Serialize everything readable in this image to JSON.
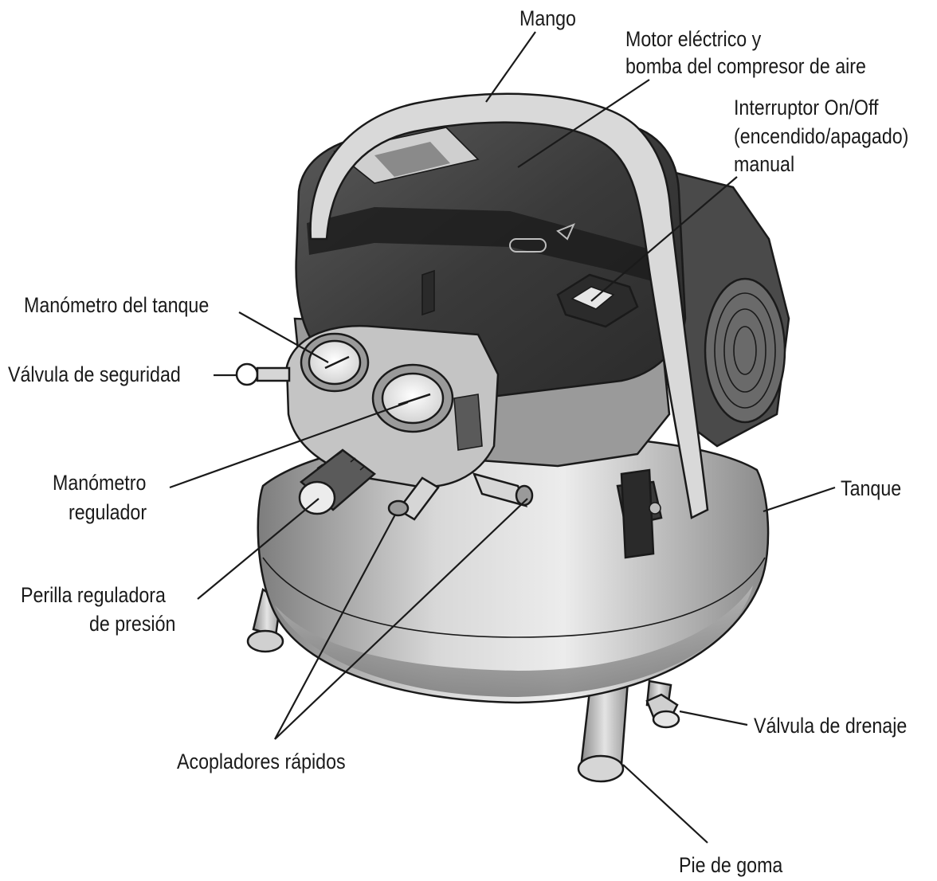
{
  "labels": {
    "mango": "Mango",
    "motor_line1": "Motor eléctrico y",
    "motor_line2": "bomba del compresor de aire",
    "switch_line1": "Interruptor On/Off",
    "switch_line2": "(encendido/apagado)",
    "switch_line3": "manual",
    "tank_gauge": "Manómetro del tanque",
    "safety_valve": "Válvula de seguridad",
    "reg_gauge_line1": "Manómetro",
    "reg_gauge_line2": "regulador",
    "knob_line1": "Perilla reguladora",
    "knob_line2": "de presión",
    "tank": "Tanque",
    "drain_valve": "Válvula de drenaje",
    "couplers": "Acopladores rápidos",
    "rubber_foot": "Pie de goma"
  }
}
